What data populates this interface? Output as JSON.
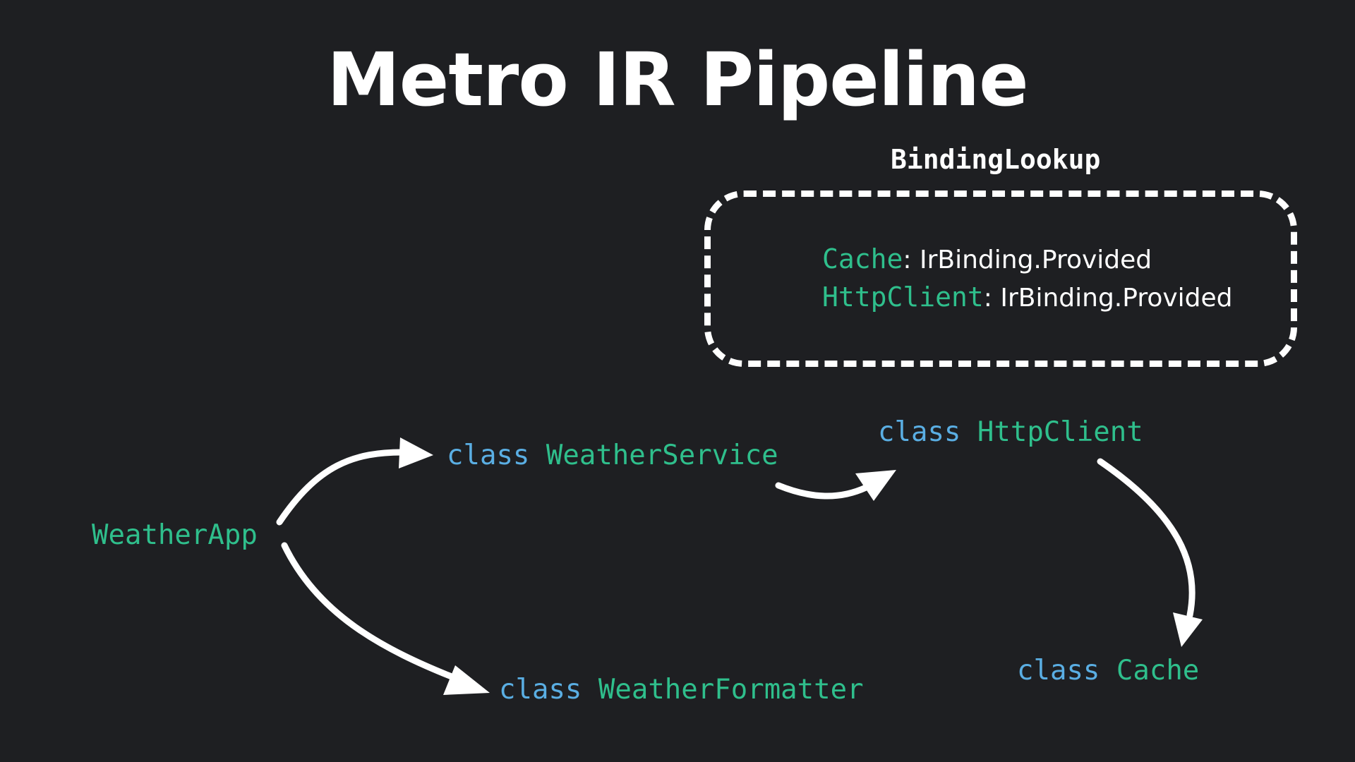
{
  "slide": {
    "title": "Metro IR Pipeline"
  },
  "binding_lookup": {
    "label": "BindingLookup",
    "entries": [
      {
        "key": "Cache",
        "value": ": IrBinding.Provided"
      },
      {
        "key": "HttpClient",
        "value": ": IrBinding.Provided"
      }
    ]
  },
  "nodes": {
    "app": {
      "keyword": "",
      "name": "WeatherApp"
    },
    "service": {
      "keyword": "class",
      "name": "WeatherService"
    },
    "formatter": {
      "keyword": "class",
      "name": "WeatherFormatter"
    },
    "http": {
      "keyword": "class",
      "name": "HttpClient"
    },
    "cache": {
      "keyword": "class",
      "name": "Cache"
    }
  },
  "colors": {
    "background": "#1e1f22",
    "keyword": "#5aaee3",
    "type_name": "#2fbf8c",
    "text": "#ffffff"
  }
}
